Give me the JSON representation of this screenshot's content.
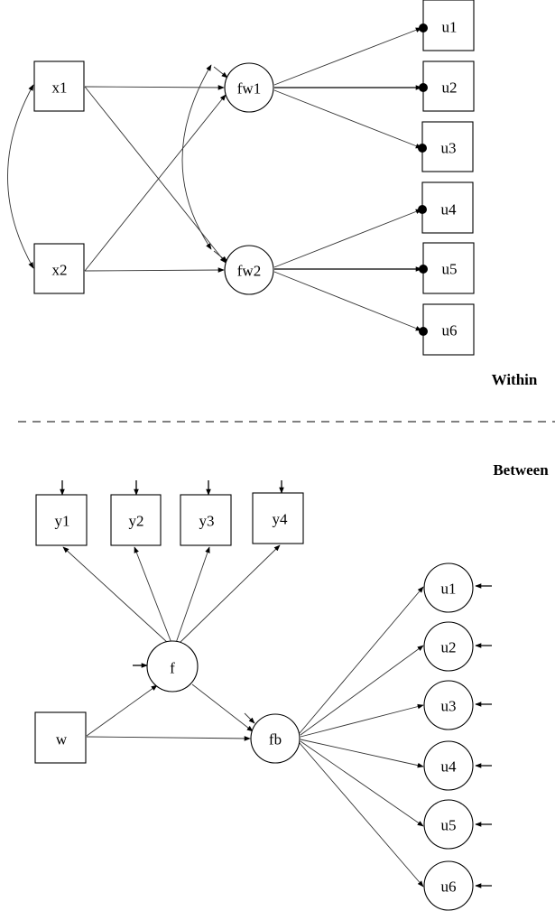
{
  "diagram": {
    "type": "multilevel-sem-path-diagram",
    "sections": {
      "within": {
        "label": "Within",
        "observed_covariates": [
          {
            "id": "x1",
            "label": "x1",
            "shape": "box"
          },
          {
            "id": "x2",
            "label": "x2",
            "shape": "box"
          }
        ],
        "latent_factors": [
          {
            "id": "fw1",
            "label": "fw1",
            "shape": "circle"
          },
          {
            "id": "fw2",
            "label": "fw2",
            "shape": "circle"
          }
        ],
        "indicators": [
          {
            "id": "wu1",
            "label": "u1",
            "shape": "box",
            "random_intercept_dot": true
          },
          {
            "id": "wu2",
            "label": "u2",
            "shape": "box",
            "random_intercept_dot": true
          },
          {
            "id": "wu3",
            "label": "u3",
            "shape": "box",
            "random_intercept_dot": true
          },
          {
            "id": "wu4",
            "label": "u4",
            "shape": "box",
            "random_intercept_dot": true
          },
          {
            "id": "wu5",
            "label": "u5",
            "shape": "box",
            "random_intercept_dot": true
          },
          {
            "id": "wu6",
            "label": "u6",
            "shape": "box",
            "random_intercept_dot": true
          }
        ],
        "paths": [
          {
            "from": "x1",
            "to": "fw1",
            "type": "regression"
          },
          {
            "from": "x1",
            "to": "fw2",
            "type": "regression"
          },
          {
            "from": "x2",
            "to": "fw1",
            "type": "regression"
          },
          {
            "from": "x2",
            "to": "fw2",
            "type": "regression"
          },
          {
            "from": "fw1",
            "to": "wu1",
            "type": "loading"
          },
          {
            "from": "fw1",
            "to": "wu2",
            "type": "loading"
          },
          {
            "from": "fw1",
            "to": "wu3",
            "type": "loading"
          },
          {
            "from": "fw2",
            "to": "wu4",
            "type": "loading"
          },
          {
            "from": "fw2",
            "to": "wu5",
            "type": "loading"
          },
          {
            "from": "fw2",
            "to": "wu6",
            "type": "loading"
          }
        ],
        "covariances": [
          {
            "between": [
              "x1",
              "x2"
            ]
          },
          {
            "between": [
              "fw1",
              "fw2"
            ]
          }
        ],
        "residuals": [
          "fw1",
          "fw2"
        ]
      },
      "between": {
        "label": "Between",
        "observed_outcomes": [
          {
            "id": "y1",
            "label": "y1",
            "shape": "box"
          },
          {
            "id": "y2",
            "label": "y2",
            "shape": "box"
          },
          {
            "id": "y3",
            "label": "y3",
            "shape": "box"
          },
          {
            "id": "y4",
            "label": "y4",
            "shape": "box"
          }
        ],
        "observed_covariates": [
          {
            "id": "w",
            "label": "w",
            "shape": "box"
          }
        ],
        "latent_factors": [
          {
            "id": "f",
            "label": "f",
            "shape": "circle"
          },
          {
            "id": "fb",
            "label": "fb",
            "shape": "circle"
          }
        ],
        "random_intercepts": [
          {
            "id": "bu1",
            "label": "u1",
            "shape": "circle"
          },
          {
            "id": "bu2",
            "label": "u2",
            "shape": "circle"
          },
          {
            "id": "bu3",
            "label": "u3",
            "shape": "circle"
          },
          {
            "id": "bu4",
            "label": "u4",
            "shape": "circle"
          },
          {
            "id": "bu5",
            "label": "u5",
            "shape": "circle"
          },
          {
            "id": "bu6",
            "label": "u6",
            "shape": "circle"
          }
        ],
        "paths": [
          {
            "from": "f",
            "to": "y1",
            "type": "loading"
          },
          {
            "from": "f",
            "to": "y2",
            "type": "loading"
          },
          {
            "from": "f",
            "to": "y3",
            "type": "loading"
          },
          {
            "from": "f",
            "to": "y4",
            "type": "loading"
          },
          {
            "from": "w",
            "to": "f",
            "type": "regression"
          },
          {
            "from": "w",
            "to": "fb",
            "type": "regression"
          },
          {
            "from": "f",
            "to": "fb",
            "type": "regression"
          },
          {
            "from": "fb",
            "to": "bu1",
            "type": "loading"
          },
          {
            "from": "fb",
            "to": "bu2",
            "type": "loading"
          },
          {
            "from": "fb",
            "to": "bu3",
            "type": "loading"
          },
          {
            "from": "fb",
            "to": "bu4",
            "type": "loading"
          },
          {
            "from": "fb",
            "to": "bu5",
            "type": "loading"
          },
          {
            "from": "fb",
            "to": "bu6",
            "type": "loading"
          }
        ],
        "residuals": [
          "y1",
          "y2",
          "y3",
          "y4",
          "f",
          "fb",
          "bu1",
          "bu2",
          "bu3",
          "bu4",
          "bu5",
          "bu6"
        ]
      }
    }
  }
}
